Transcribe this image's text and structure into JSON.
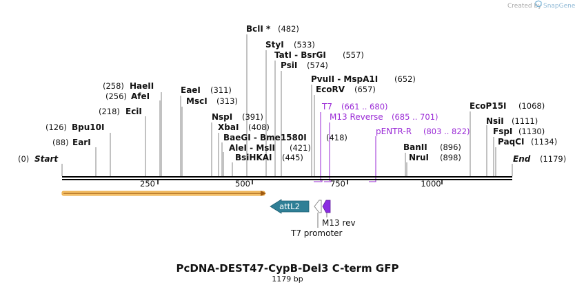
{
  "header": {
    "credit_text": "Created by",
    "brand": "SnapGene",
    "brand_color": "#5fa7d1"
  },
  "map": {
    "title": "PcDNA-DEST47-CypB-Del3 C-term GFP",
    "length_label": "1179 bp",
    "length_bp": 1179,
    "ticks": [
      "250",
      "500",
      "750",
      "1000"
    ],
    "tick_values": [
      250,
      500,
      750,
      1000
    ],
    "colors": {
      "backbone": "#000000",
      "primer": "#9a2ad6",
      "attL2": "#2f7f96",
      "orf_arrow": "#f2b545",
      "t7_promoter": "#ffffff",
      "m13": "#8a2be2"
    }
  },
  "sites": [
    {
      "name": "Start",
      "pos": "(0)",
      "bp": 0
    },
    {
      "name": "EarI",
      "pos": "(88)",
      "bp": 88
    },
    {
      "name": "Bpu10I",
      "pos": "(126)",
      "bp": 126
    },
    {
      "name": "EciI",
      "pos": "(218)",
      "bp": 218
    },
    {
      "name": "AfeI",
      "pos": "(256)",
      "bp": 256
    },
    {
      "name": "HaeII",
      "pos": "(258)",
      "bp": 258
    },
    {
      "name": "EaeI",
      "pos": "(311)",
      "bp": 311
    },
    {
      "name": "MscI",
      "pos": "(313)",
      "bp": 313
    },
    {
      "name": "NspI",
      "pos": "(391)",
      "bp": 391
    },
    {
      "name": "XbaI",
      "pos": "(408)",
      "bp": 408
    },
    {
      "name": "BaeGI - Bme1580I",
      "pos": "(418)",
      "bp": 418
    },
    {
      "name": "AleI - MslI",
      "pos": "(421)",
      "bp": 421
    },
    {
      "name": "BsiHKAI",
      "pos": "(445)",
      "bp": 445
    },
    {
      "name": "BclI *",
      "pos": "(482)",
      "bp": 482
    },
    {
      "name": "StyI",
      "pos": "(533)",
      "bp": 533
    },
    {
      "name": "TatI - BsrGI",
      "pos": "(557)",
      "bp": 557
    },
    {
      "name": "PsiI",
      "pos": "(574)",
      "bp": 574
    },
    {
      "name": "PvuII - MspA1I",
      "pos": "(652)",
      "bp": 652
    },
    {
      "name": "EcoRV",
      "pos": "(657)",
      "bp": 657
    },
    {
      "name": "BanII",
      "pos": "(896)",
      "bp": 896
    },
    {
      "name": "NruI",
      "pos": "(898)",
      "bp": 898
    },
    {
      "name": "EcoP15I",
      "pos": "(1068)",
      "bp": 1068
    },
    {
      "name": "NsiI",
      "pos": "(1111)",
      "bp": 1111
    },
    {
      "name": "FspI",
      "pos": "(1130)",
      "bp": 1130
    },
    {
      "name": "PaqCI",
      "pos": "(1134)",
      "bp": 1134
    },
    {
      "name": "End",
      "pos": "(1179)",
      "bp": 1179
    }
  ],
  "primers": [
    {
      "name": "T7",
      "range": "(661 .. 680)",
      "start": 661,
      "end": 680
    },
    {
      "name": "M13 Reverse",
      "range": "(685 .. 701)",
      "start": 685,
      "end": 701
    },
    {
      "name": "pENTR-R",
      "range": "(803 .. 822)",
      "start": 803,
      "end": 822
    }
  ],
  "features": [
    {
      "name": "attL2",
      "type": "feature"
    },
    {
      "name": "T7 promoter",
      "type": "promoter"
    },
    {
      "name": "M13 rev",
      "type": "primer_bind"
    }
  ]
}
